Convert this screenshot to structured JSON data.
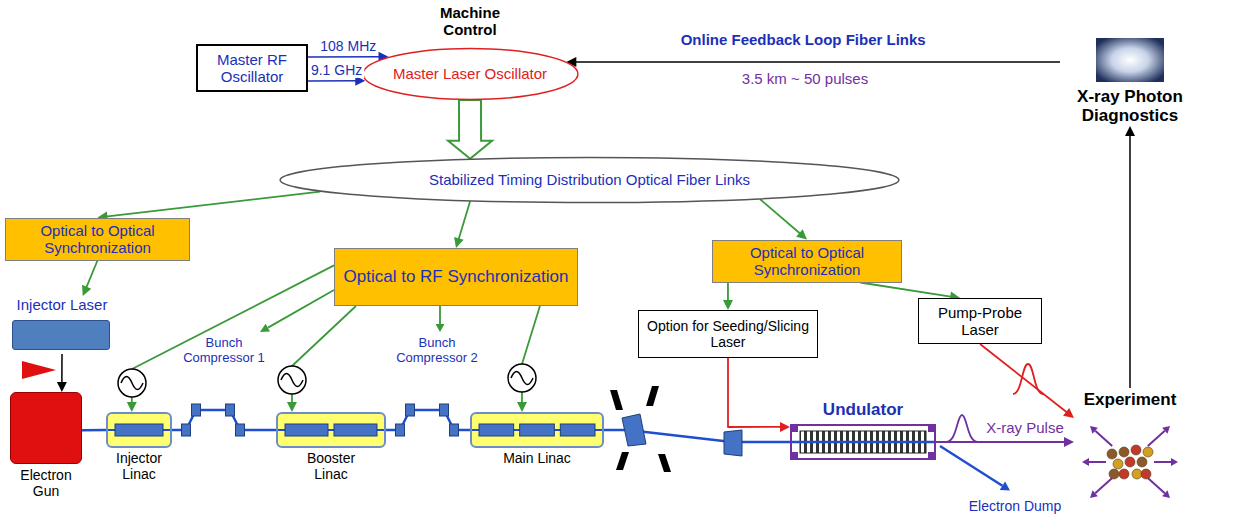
{
  "diagram": {
    "nodes": [
      {
        "text": [
          "Master RF Oscillator"
        ]
      },
      {
        "text": [
          "Master Laser Oscillator"
        ]
      },
      {
        "text": [
          "X-ray Photon Diagnostics"
        ]
      },
      {
        "text": [
          "Stabilized Timing Distribution Optical Fiber Links"
        ]
      },
      {
        "text": [
          "Optical to Optical Synchronization"
        ]
      },
      {
        "text": [
          "Optical to RF Synchronization"
        ]
      },
      {
        "text": [
          "Optical to Optical Synchronization"
        ]
      },
      {
        "text": [
          "Option for Seeding/Slicing Laser"
        ]
      },
      {
        "text": [
          "Pump-Probe Laser"
        ]
      },
      {
        "text": [
          "Injector Laser"
        ]
      },
      {
        "text": [
          "Electron Gun"
        ]
      },
      {
        "text": [
          "Injector Linac"
        ]
      },
      {
        "text": [
          "Booster Linac"
        ]
      },
      {
        "text": [
          "Main Linac"
        ]
      },
      {
        "text": [
          "Undulator"
        ]
      },
      {
        "text": [
          "Experiment"
        ]
      }
    ],
    "edges": [
      {
        "from": 0,
        "to": 1,
        "arrow": "to",
        "label": "108 MHz"
      },
      {
        "from": 0,
        "to": 1,
        "arrow": "to",
        "label": "9.1 GHz"
      },
      {
        "from": 2,
        "to": 1,
        "arrow": "to",
        "label": "Online Feedback Loop Fiber Links"
      },
      {
        "from": 1,
        "to": 3,
        "arrow": "to"
      },
      {
        "from": 3,
        "to": 4,
        "arrow": "to"
      },
      {
        "from": 3,
        "to": 5,
        "arrow": "to"
      },
      {
        "from": 3,
        "to": 6,
        "arrow": "to"
      },
      {
        "from": 4,
        "to": 9,
        "arrow": "to"
      },
      {
        "from": 5,
        "to": 11,
        "arrow": "to"
      },
      {
        "from": 5,
        "to": 12,
        "arrow": "to"
      },
      {
        "from": 5,
        "to": 13,
        "arrow": "to"
      },
      {
        "from": 6,
        "to": 7,
        "arrow": "to"
      },
      {
        "from": 6,
        "to": 8,
        "arrow": "to"
      },
      {
        "from": 7,
        "to": 14,
        "arrow": "to"
      },
      {
        "from": 8,
        "to": 15,
        "arrow": "to"
      },
      {
        "from": 9,
        "to": 10,
        "arrow": "to"
      },
      {
        "from": 15,
        "to": 2,
        "arrow": "to"
      },
      {
        "from": 10,
        "to": 11,
        "arrow": "none"
      },
      {
        "from": 11,
        "to": 12,
        "arrow": "none"
      },
      {
        "from": 12,
        "to": 13,
        "arrow": "none"
      },
      {
        "from": 13,
        "to": 14,
        "arrow": "none"
      },
      {
        "from": 14,
        "to": 15,
        "arrow": "to",
        "label": "X-ray Pulse"
      }
    ],
    "labels": [
      "Machine Control",
      "3.5 km ~ 50 pulses",
      "Bunch Compressor 1",
      "Bunch Compressor 2",
      "Electron Dump"
    ]
  }
}
